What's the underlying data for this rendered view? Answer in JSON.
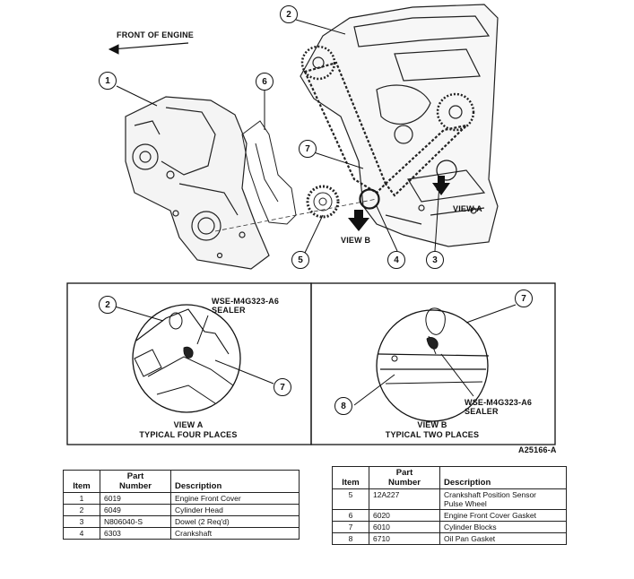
{
  "header": {
    "front_label": "FRONT OF ENGINE"
  },
  "callouts": [
    "1",
    "2",
    "6",
    "7",
    "5",
    "4",
    "3"
  ],
  "view_labels": {
    "view_b": "VIEW B",
    "view_a": "VIEW A"
  },
  "detail_a": {
    "callouts": [
      "2",
      "7"
    ],
    "sealer_lines": [
      "WSE-M4G323-A6",
      "SEALER"
    ],
    "caption_lines": [
      "VIEW A",
      "TYPICAL FOUR PLACES"
    ]
  },
  "detail_b": {
    "callouts": [
      "7",
      "8"
    ],
    "sealer_lines": [
      "WSE-M4G323-A6",
      "SEALER"
    ],
    "caption_lines": [
      "VIEW B",
      "TYPICAL TWO PLACES"
    ]
  },
  "figure_id": "A25166-A",
  "table_headers": {
    "item": "Item",
    "part_number_1": "Part",
    "part_number_2": "Number",
    "description": "Description"
  },
  "left_table": [
    {
      "item": "1",
      "part": "6019",
      "desc": "Engine Front Cover"
    },
    {
      "item": "2",
      "part": "6049",
      "desc": "Cylinder Head"
    },
    {
      "item": "3",
      "part": "N806040-S",
      "desc": "Dowel (2 Req'd)"
    },
    {
      "item": "4",
      "part": "6303",
      "desc": "Crankshaft"
    }
  ],
  "right_table": [
    {
      "item": "5",
      "part": "12A227",
      "desc_1": "Crankshaft Position Sensor",
      "desc_2": "Pulse Wheel"
    },
    {
      "item": "6",
      "part": "6020",
      "desc_1": "Engine Front Cover Gasket",
      "desc_2": ""
    },
    {
      "item": "7",
      "part": "6010",
      "desc_1": "Cylinder Blocks",
      "desc_2": ""
    },
    {
      "item": "8",
      "part": "6710",
      "desc_1": "Oil Pan Gasket",
      "desc_2": ""
    }
  ]
}
